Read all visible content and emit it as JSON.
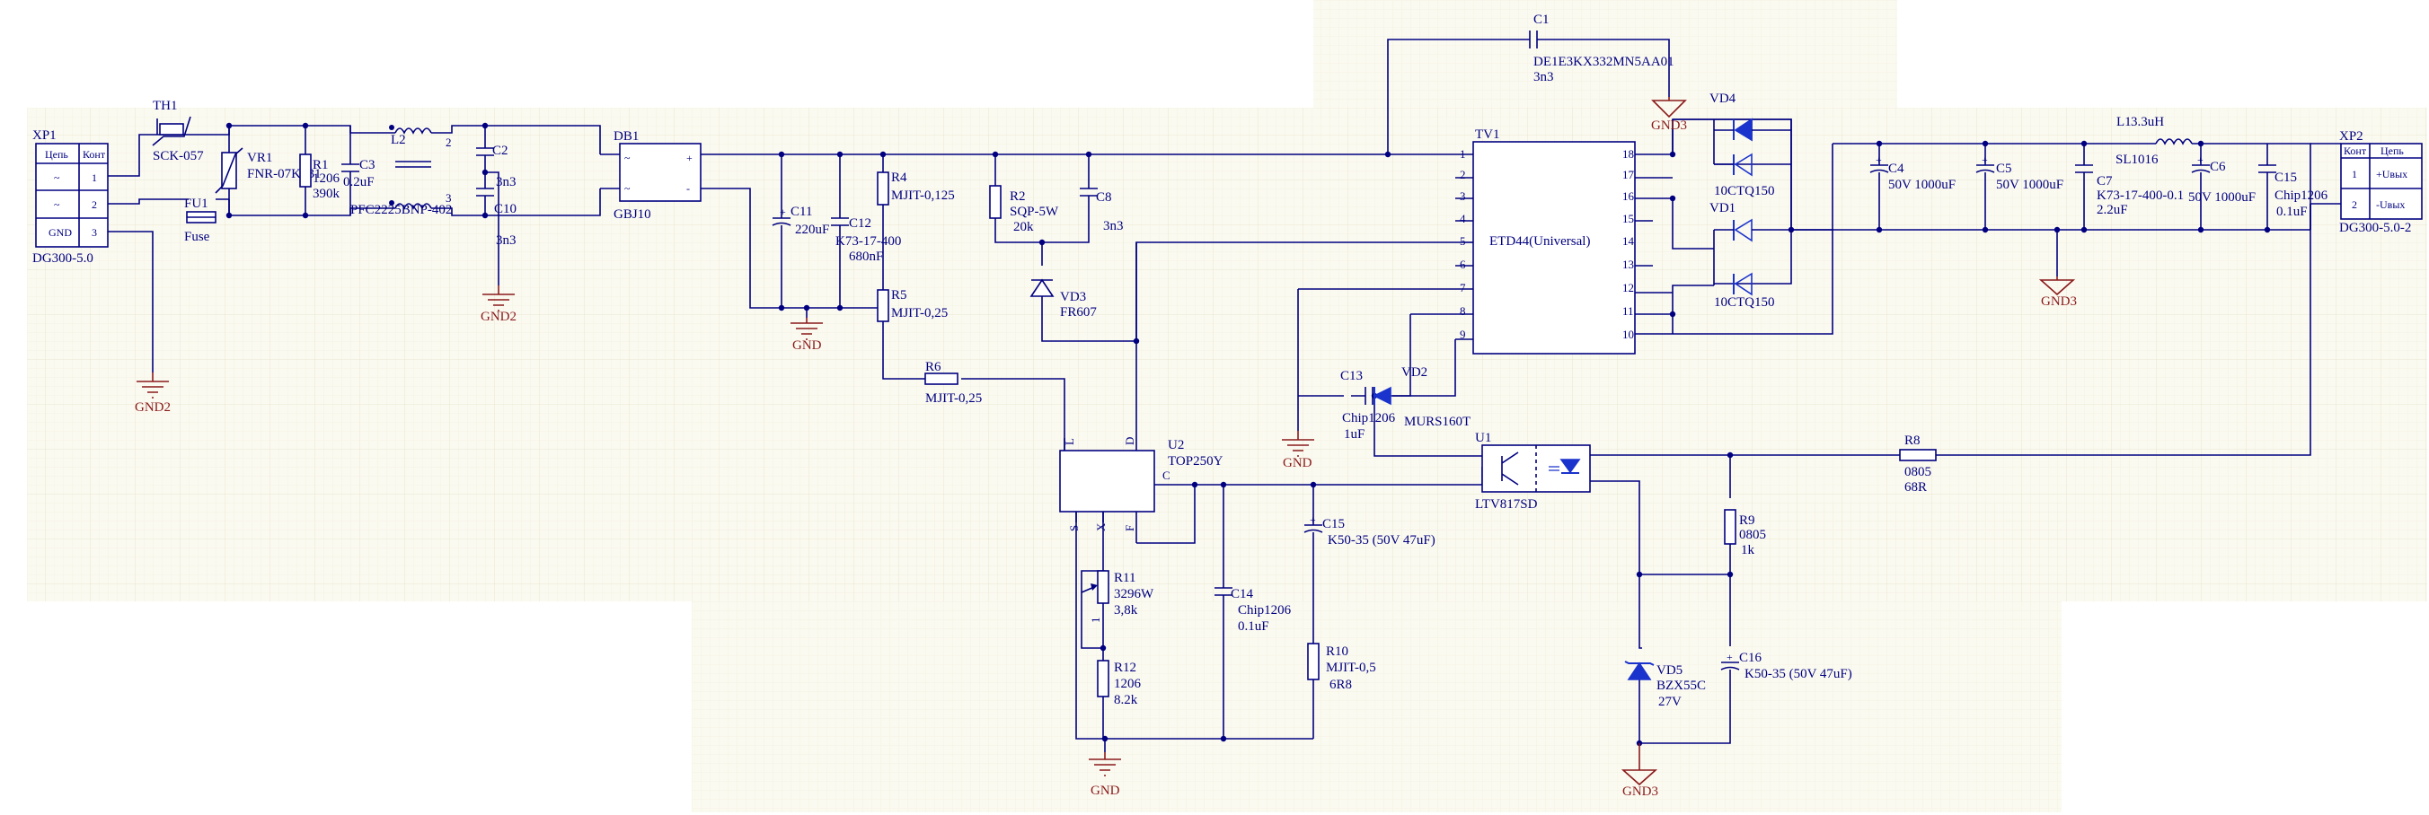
{
  "title": "",
  "colors": {
    "wire": "#000080",
    "ground": "#8a1a1a",
    "diode_fill": "#1a33cc",
    "grid_bg": "#fbfaf1"
  },
  "connectors": {
    "xp1": {
      "ref": "XP1",
      "part": "DG300-5.0",
      "pins": [
        {
          "name": "Цепь",
          "num": "Конт"
        },
        {
          "name": "~",
          "num": "1"
        },
        {
          "name": "~",
          "num": "2"
        },
        {
          "name": "GND",
          "num": "3"
        }
      ]
    },
    "xp2": {
      "ref": "XP2",
      "part": "DG300-5.0-2",
      "pins": [
        {
          "num": "Конт",
          "name": "Цепь"
        },
        {
          "num": "1",
          "name": "+Uвых"
        },
        {
          "num": "2",
          "name": "-Uвых"
        }
      ]
    }
  },
  "components": {
    "th1": {
      "ref": "TH1",
      "value": "SCK-057"
    },
    "fu1": {
      "ref": "FU1",
      "value": "Fuse"
    },
    "vr1": {
      "ref": "VR1",
      "value": "FNR-07K431"
    },
    "r1": {
      "ref": "R1",
      "value": "1206",
      "value2": "390k"
    },
    "c3": {
      "ref": "C3",
      "value": "0.2uF"
    },
    "l2": {
      "ref": "L2",
      "value": "PFC2225BNP-402"
    },
    "c2": {
      "ref": "C2",
      "value": "3n3"
    },
    "c10": {
      "ref": "C10",
      "value": "3n3"
    },
    "db1": {
      "ref": "DB1",
      "value": "GBJ10"
    },
    "c11": {
      "ref": "C11",
      "value": "220uF"
    },
    "c12": {
      "ref": "C12",
      "value": "K73-17-400",
      "value2": "680nF"
    },
    "r4": {
      "ref": "R4",
      "value": "MJIT-0,125"
    },
    "r5": {
      "ref": "R5",
      "value": "MJIT-0,25"
    },
    "r6": {
      "ref": "R6",
      "value": "MJIT-0,25"
    },
    "r2": {
      "ref": "R2",
      "value": "SQP-5W",
      "value2": "20k"
    },
    "c8": {
      "ref": "C8",
      "value": "3n3"
    },
    "vd3": {
      "ref": "VD3",
      "value": "FR607"
    },
    "c1": {
      "ref": "C1",
      "value": "DE1E3KX332MN5AA01",
      "value2": "3n3"
    },
    "tv1": {
      "ref": "TV1",
      "value": "ETD44(Universal)",
      "left_pins": [
        "1",
        "2",
        "3",
        "4",
        "5",
        "6",
        "7",
        "8",
        "9"
      ],
      "right_pins": [
        "18",
        "17",
        "16",
        "15",
        "14",
        "13",
        "12",
        "11",
        "10"
      ]
    },
    "vd4": {
      "ref": "VD4",
      "value": "10CTQ150"
    },
    "vd1": {
      "ref": "VD1",
      "value": "10CTQ150"
    },
    "c4": {
      "ref": "C4",
      "value": "50V 1000uF"
    },
    "c5": {
      "ref": "C5",
      "value": "50V 1000uF"
    },
    "l1": {
      "ref": "L1",
      "value": "3.3uH",
      "value2": "SL1016"
    },
    "c7": {
      "ref": "C7",
      "value": "K73-17-400-0.1",
      "value2": "2.2uF"
    },
    "c6": {
      "ref": "C6",
      "value": "50V 1000uF"
    },
    "c15b": {
      "ref": "C15",
      "value": "Chip1206",
      "value2": "0.1uF"
    },
    "c13": {
      "ref": "C13",
      "value": "Chip1206",
      "value2": "1uF"
    },
    "vd2": {
      "ref": "VD2",
      "value": "MURS160T"
    },
    "u1": {
      "ref": "U1",
      "value": "LTV817SD"
    },
    "r8": {
      "ref": "R8",
      "value": "0805",
      "value2": "68R"
    },
    "u2": {
      "ref": "U2",
      "value": "TOP250Y",
      "pins": {
        "l": "L",
        "d": "D",
        "c": "C",
        "s": "S",
        "x": "X",
        "f": "F"
      }
    },
    "c15": {
      "ref": "C15",
      "value": "K50-35 (50V 47uF)"
    },
    "c14": {
      "ref": "C14",
      "value": "Chip1206",
      "value2": "0.1uF"
    },
    "r10": {
      "ref": "R10",
      "value": "MJIT-0,5",
      "value2": "6R8"
    },
    "r11": {
      "ref": "R11",
      "value": "3296W",
      "value2": "3,8k",
      "pin": "1"
    },
    "r12": {
      "ref": "R12",
      "value": "1206",
      "value2": "8.2k"
    },
    "r9": {
      "ref": "R9",
      "value": "0805",
      "value2": "1k"
    },
    "vd5": {
      "ref": "VD5",
      "value": "BZX55C",
      "value2": "27V"
    },
    "c16": {
      "ref": "C16",
      "value": "K50-35 (50V 47uF)"
    }
  },
  "grounds": {
    "gnd2a": "GND2",
    "gnd2b": "GND2",
    "gnd_a": "GND",
    "gnd_b": "GND",
    "gnd_c": "GND",
    "gnd3a": "GND3",
    "gnd3b": "GND3",
    "gnd3c": "GND3"
  }
}
